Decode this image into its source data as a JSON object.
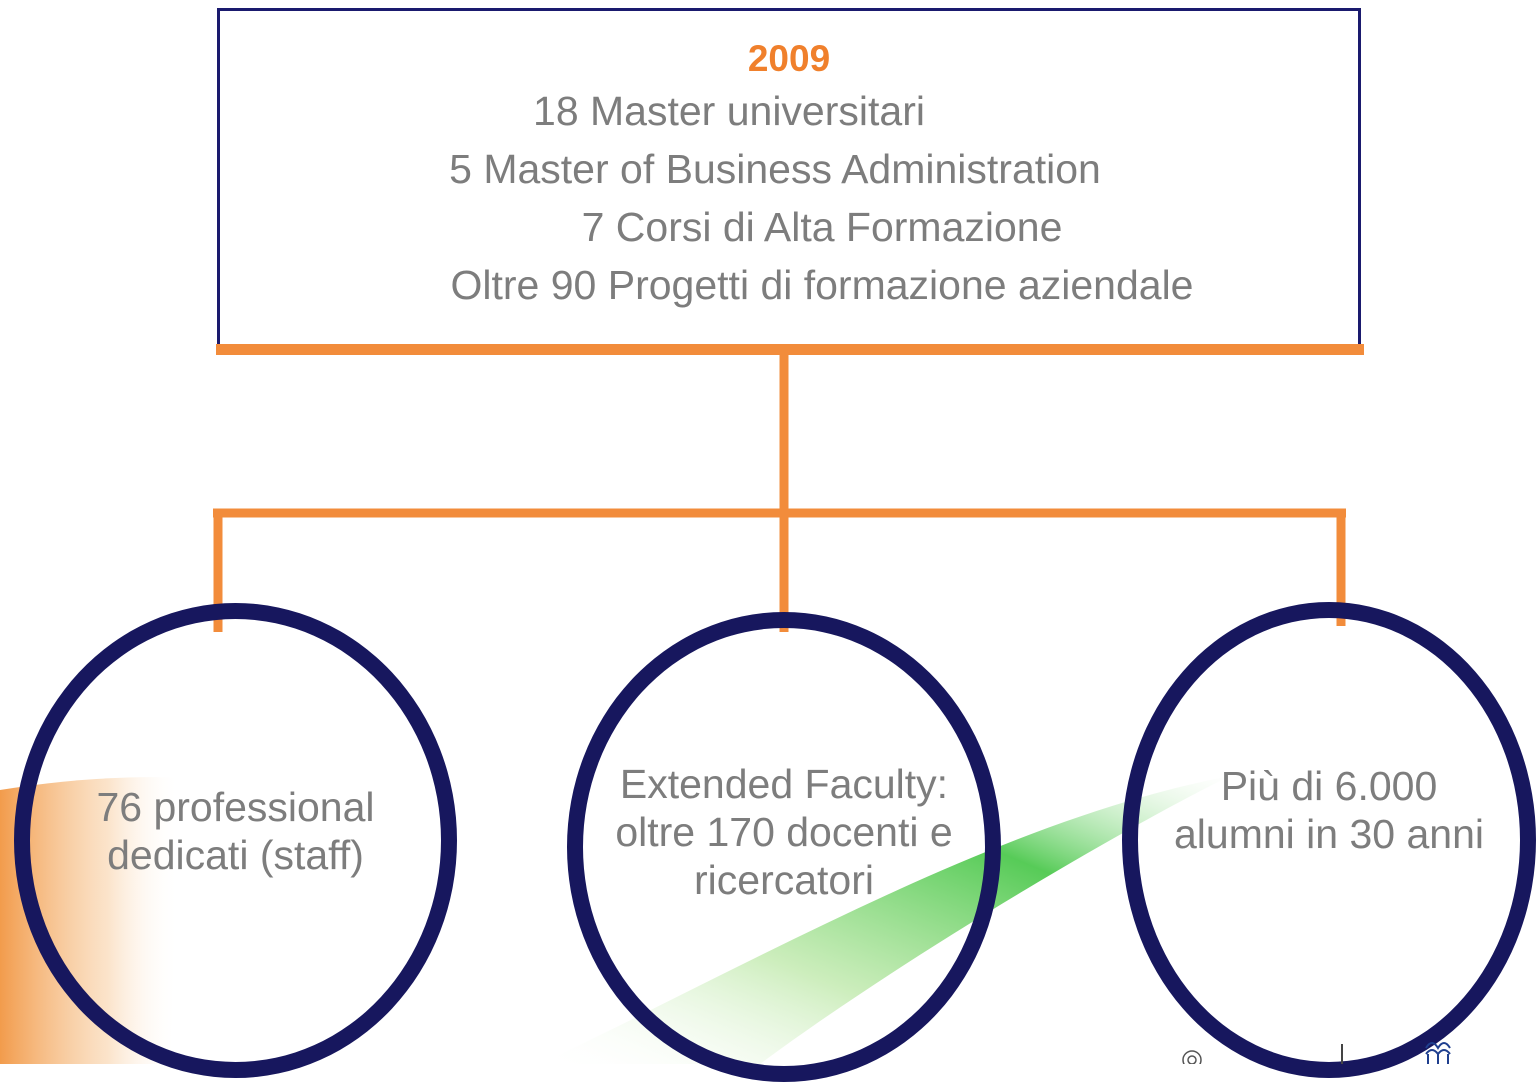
{
  "top_box": {
    "year": "2009",
    "lines": [
      "18 Master universitari",
      "5 Master of Business Administration",
      "7 Corsi di Alta Formazione",
      "Oltre 90 Progetti di formazione aziendale"
    ]
  },
  "circles": [
    {
      "text": "76 professional\ndedicati (staff)"
    },
    {
      "text": "Extended Faculty:\noltre 170 docenti e\nricercatori"
    },
    {
      "text": "Più di  6.000\nalumni in 30 anni"
    }
  ],
  "colors": {
    "accent_orange": "#f28c3b",
    "year_orange": "#f0802c",
    "navy": "#17175e",
    "text_gray": "#7d7d7d"
  }
}
